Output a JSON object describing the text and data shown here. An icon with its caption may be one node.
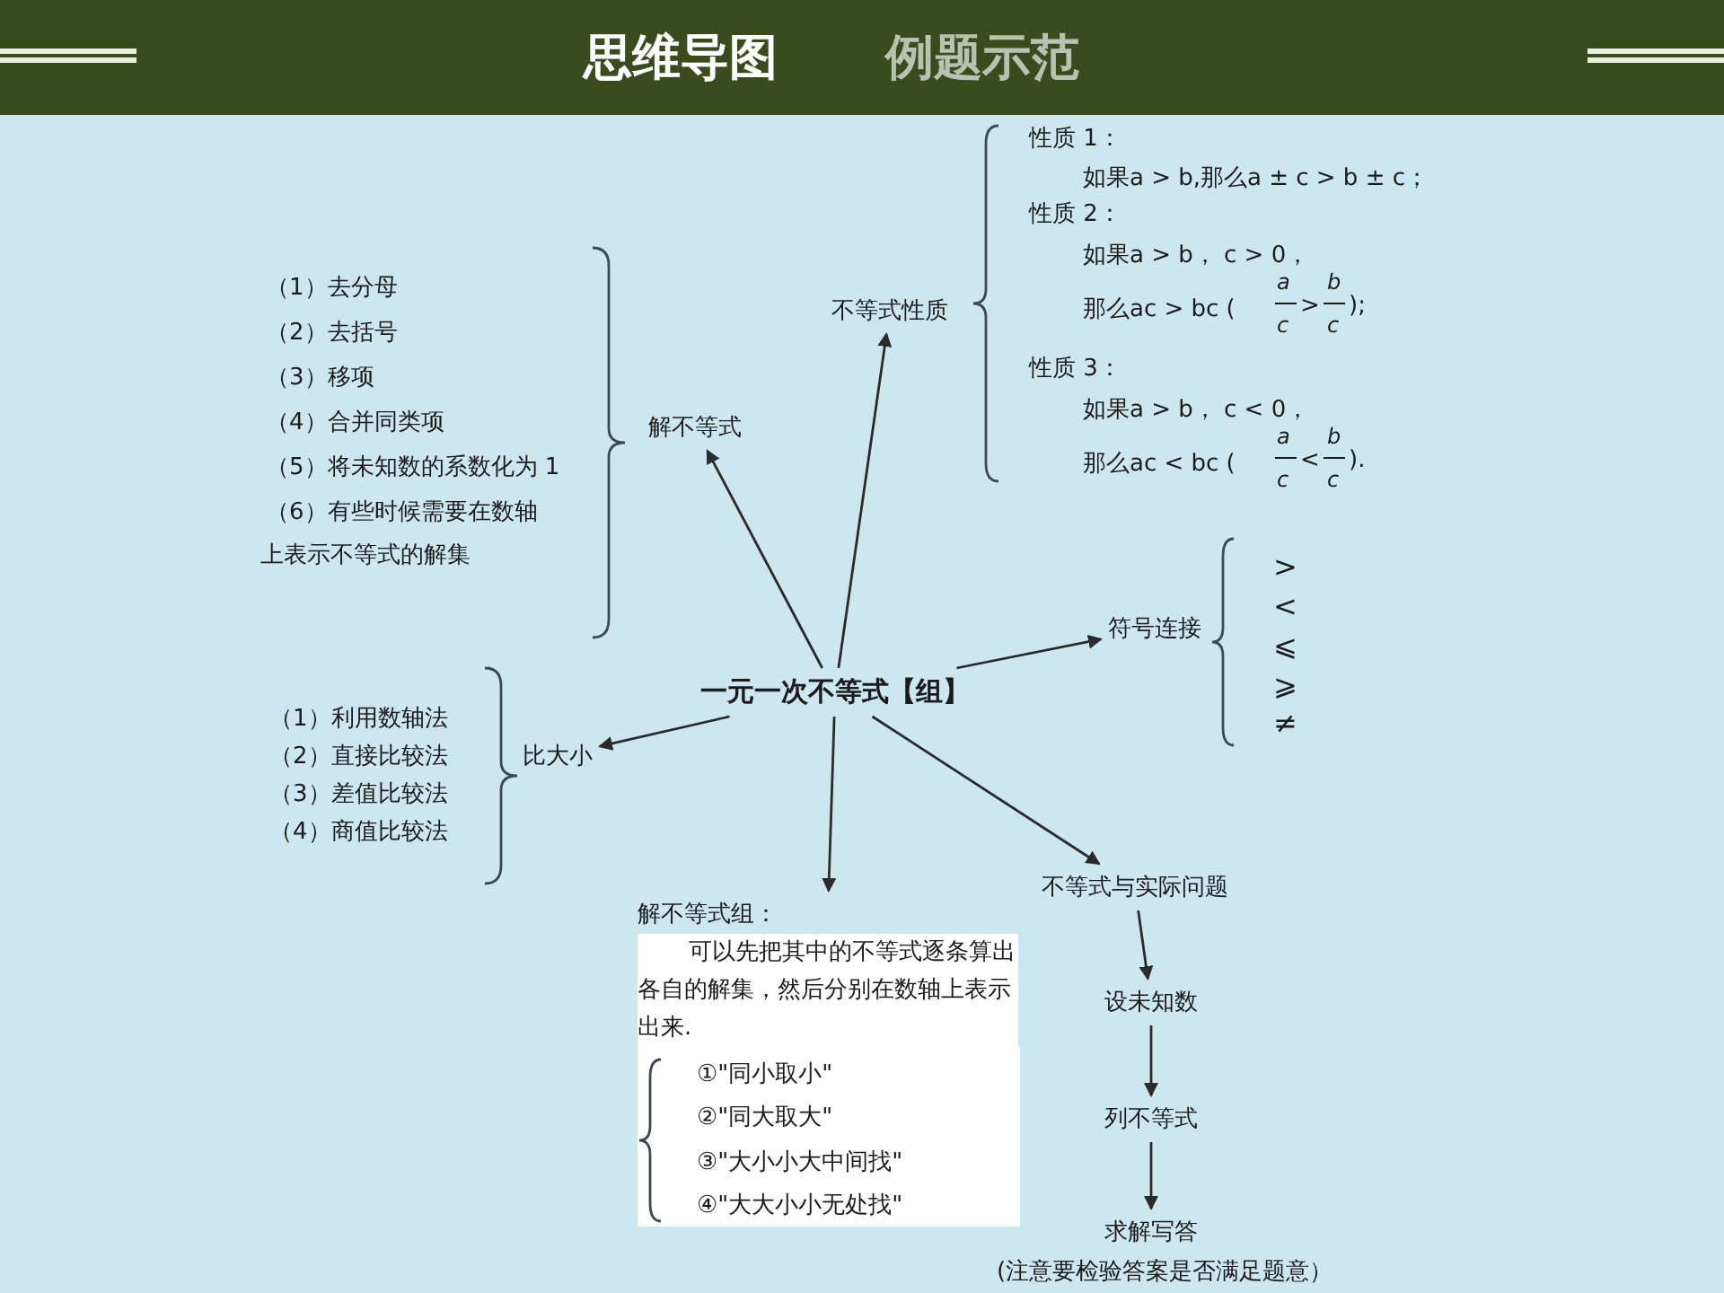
{
  "diagram": {
    "title": "思维导图",
    "nodes": [
      {
        "text": [
          "一元一次不等式【组】"
        ]
      },
      {
        "text": [
          "解不等式"
        ]
      },
      {
        "text": [
          "不等式性质"
        ]
      },
      {
        "text": [
          "符号连接"
        ]
      },
      {
        "text": [
          "比大小"
        ]
      },
      {
        "text": [
          "解不等式组：",
          "可以先把其中的不等式逐条算出各自的解集，然后分别在数轴上表示出来."
        ]
      },
      {
        "text": [
          "不等式与实际问题"
        ]
      },
      {
        "text": [
          "设未知数"
        ]
      },
      {
        "text": [
          "列不等式"
        ]
      },
      {
        "text": [
          "求解写答"
        ],
        "beside": [
          "(注意要检验答案是否满足题意）"
        ]
      }
    ],
    "edges": [
      {
        "from": 0,
        "to": 1,
        "arrow": "to"
      },
      {
        "from": 0,
        "to": 2,
        "arrow": "to"
      },
      {
        "from": 0,
        "to": 3,
        "arrow": "to"
      },
      {
        "from": 0,
        "to": 4,
        "arrow": "to"
      },
      {
        "from": 0,
        "to": 5,
        "arrow": "to"
      },
      {
        "from": 0,
        "to": 6,
        "arrow": "to"
      },
      {
        "from": 6,
        "to": 7,
        "arrow": "to"
      },
      {
        "from": 7,
        "to": 8,
        "arrow": "to"
      },
      {
        "from": 8,
        "to": 9,
        "arrow": "to"
      }
    ],
    "labels": [
      "例题示范",
      "性质 1：",
      "如果a > b,那么a ± c > b ± c；",
      "性质 2：",
      "如果a > b， c > 0，",
      "那么ac > bc (",
      "a",
      "c",
      ">",
      "b",
      "c",
      ");",
      "性质 3：",
      "如果a > b， c < 0，",
      "那么ac < bc (",
      "a",
      "c",
      "<",
      "b",
      "c",
      ").",
      "（1）去分母",
      "（2）去括号",
      "（3）移项",
      "（4）合并同类项",
      "（5）将未知数的系数化为 1",
      "（6）有些时候需要在数轴",
      "上表示不等式的解集",
      ">",
      "<",
      "⩽",
      "⩾",
      "≠",
      "（1）利用数轴法",
      "（2）直接比较法",
      "（3）差值比较法",
      "（4）商值比较法",
      "①\"同小取小\"",
      "②\"同大取大\"",
      "③\"大小小大中间找\"",
      "④\"大大小小无处找\""
    ]
  }
}
